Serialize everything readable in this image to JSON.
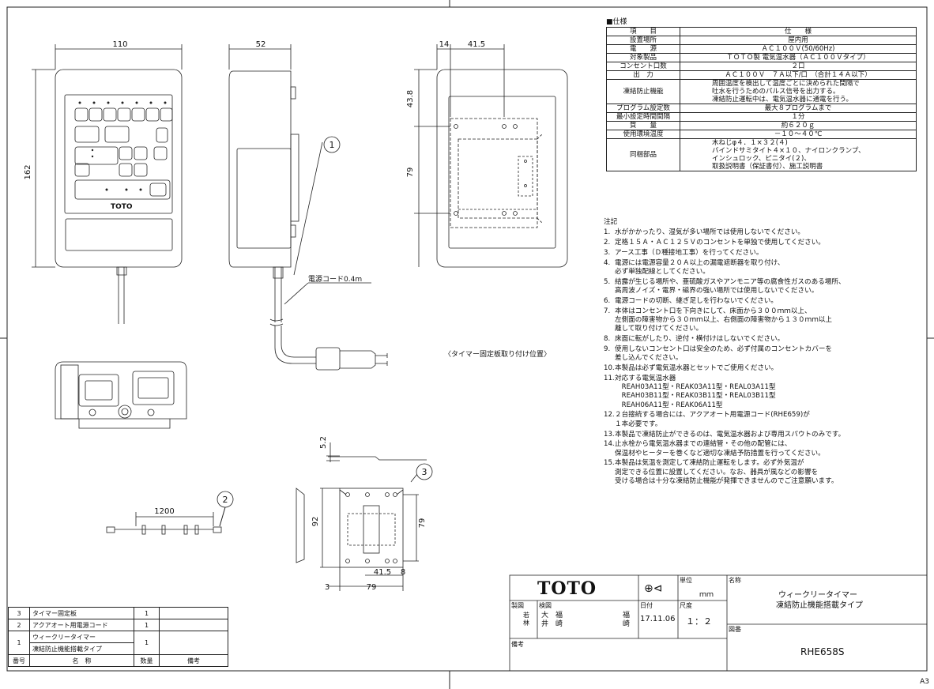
{
  "specs": {
    "title": "■仕様",
    "header": {
      "item": "項　　目",
      "value": "仕　　様"
    },
    "rows": [
      {
        "k": "設置場所",
        "v": "屋内用"
      },
      {
        "k": "電　　源",
        "v": "ＡＣ１００Ｖ(50/60Hz)"
      },
      {
        "k": "対象製品",
        "v": "ＴＯＴＯ製 電気温水器（ＡＣ１００Ｖタイプ）"
      },
      {
        "k": "コンセント口数",
        "v": "２口"
      },
      {
        "k": "出　力",
        "v": "ＡＣ１００Ｖ　７Ａ以下/口　（合計１４Ａ以下）"
      },
      {
        "k": "凍結防止機能",
        "v": "周囲温度を検出して温度ごとに決められた間隔で\n吐水を行うためのパルス信号を出力する。\n凍結防止運転中は、電気温水器に通電を行う。"
      },
      {
        "k": "プログラム設定数",
        "v": "最大８プログラムまで"
      },
      {
        "k": "最小設定時間間隔",
        "v": "１分"
      },
      {
        "k": "質　　量",
        "v": "約６２０ｇ"
      },
      {
        "k": "使用環境温度",
        "v": "－１０～４０℃"
      },
      {
        "k": "同梱部品",
        "v": "木ねじφ４．１×３２(４)\nバインドサミタイト４×１０、ナイロンクランプ、\nインシュロック、ピニタイ(２)、\n取扱説明書（保証書付）、施工説明書"
      }
    ]
  },
  "notes": {
    "title": "注記",
    "items": [
      {
        "n": "1.",
        "t": "水がかかったり、湿気が多い場所では使用しないでください。"
      },
      {
        "n": "2.",
        "t": "定格１５Ａ・ＡＣ１２５Ｖのコンセントを単独で使用してください。"
      },
      {
        "n": "3.",
        "t": "アース工事（Ｄ種接地工事）を行ってください。"
      },
      {
        "n": "4.",
        "t": "電源には電源容量２０Ａ以上の漏電遮断器を取り付け、\n必ず単独配線としてください。"
      },
      {
        "n": "5.",
        "t": "結露が生じる場所や、亜硫酸ガスやアンモニア等の腐食性ガスのある場所、\n高周波ノイズ・電界・磁界の強い場所では使用しないでください。"
      },
      {
        "n": "6.",
        "t": "電源コードの切断、継ぎ足しを行わないでください。"
      },
      {
        "n": "7.",
        "t": "本体はコンセント口を下向きにして、床面から３００ｍｍ以上、\n左側面の障害物から３０ｍｍ以上、右側面の障害物から１３０ｍｍ以上\n離して取り付けてください。"
      },
      {
        "n": "8.",
        "t": "床面に転がしたり、逆付・横付けはしないでください。"
      },
      {
        "n": "9.",
        "t": "使用しないコンセント口は安全のため、必ず付属のコンセントカバーを\n差し込んでください。"
      },
      {
        "n": "10.",
        "t": "本製品は必ず電気温水器とセットでご使用ください。"
      },
      {
        "n": "11.",
        "t": "対応する電気温水器\n　REAH03A11型・REAK03A11型・REAL03A11型\n　REAH03B11型・REAK03B11型・REAL03B11型\n　REAH06A11型・REAK06A11型"
      },
      {
        "n": "12.",
        "t": "２台接続する場合には、アクアオート用電源コード(RHE659)が\n１本必要です。"
      },
      {
        "n": "13.",
        "t": "本製品で凍結防止ができるのは、電気温水器および専用スパウトのみです。"
      },
      {
        "n": "14.",
        "t": "止水栓から電気温水器までの連結管・その他の配管には、\n保温材やヒーターを巻くなど適切な凍結予防措置を行ってください。"
      },
      {
        "n": "15.",
        "t": "本製品は気温を測定して凍結防止運転をします。必ず外気温が\n測定できる位置に設置してください。なお、器具が風などの影響を\n受ける場合は十分な凍結防止機能が発揮できませんのでご注意願います。"
      }
    ]
  },
  "dims": {
    "front_width": "110",
    "front_height": "162",
    "side_depth": "52",
    "rear_14": "14",
    "rear_41_5": "41.5",
    "rear_43_8": "43.8",
    "rear_79": "79",
    "cord_len": "1200",
    "plate_92": "92",
    "plate_79": "79",
    "plate_41_5": "41.5",
    "plate_8": "8",
    "plate_3": "3",
    "plate_79b": "79",
    "plate_5_2": "5.2"
  },
  "labels": {
    "cord": "電源コード0.4m",
    "mount": "〈タイマー固定板取り付け位置〉",
    "callout1": "1",
    "callout2": "2",
    "callout3": "3",
    "brand": "TOTO"
  },
  "parts": {
    "rows": [
      {
        "no": "3",
        "name": "タイマー固定板",
        "qty": "1",
        "remark": ""
      },
      {
        "no": "2",
        "name": "アクアオート用電源コード",
        "qty": "1",
        "remark": ""
      },
      {
        "no": "1",
        "name": "ウィークリータイマー",
        "name2": "凍結防止機能搭載タイプ",
        "qty": "1",
        "remark": ""
      }
    ],
    "header": {
      "no": "番号",
      "name": "名　称",
      "qty": "数量",
      "remark": "備考"
    }
  },
  "titleblock": {
    "logo": "TOTO",
    "unit_label": "単位",
    "unit": "ｍｍ",
    "name_label": "名称",
    "name1": "ウィークリータイマー",
    "name2": "凍結防止機能搭載タイプ",
    "seizu_label": "製図",
    "seizu": "若\n林",
    "kenzu_label": "検図",
    "kenzu": "大　福\n井　崎",
    "fuku": "福\n崎",
    "date_label": "日付",
    "date": "17.11.06",
    "scale_label": "尺度",
    "scale": "１：２",
    "zuban_label": "図番",
    "zuban": "RHE658S",
    "biko_label": "備考"
  },
  "sheet": "A3"
}
